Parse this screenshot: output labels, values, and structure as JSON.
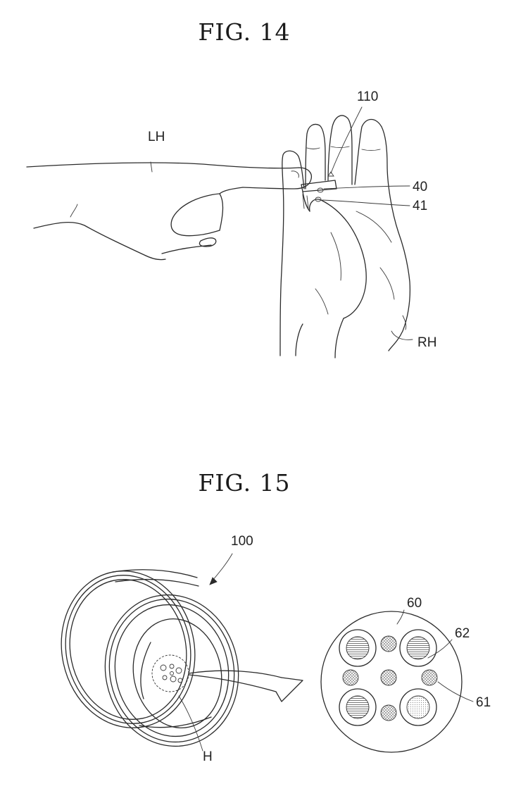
{
  "figures": [
    {
      "title": "FIG. 14",
      "labels": {
        "lh": "LH",
        "rh": "RH",
        "device": "110",
        "sensor_a": "40",
        "sensor_b": "41"
      }
    },
    {
      "title": "FIG. 15",
      "labels": {
        "ring": "100",
        "hole": "H",
        "pattern": "60",
        "large_element": "62",
        "small_element": "61"
      }
    }
  ]
}
